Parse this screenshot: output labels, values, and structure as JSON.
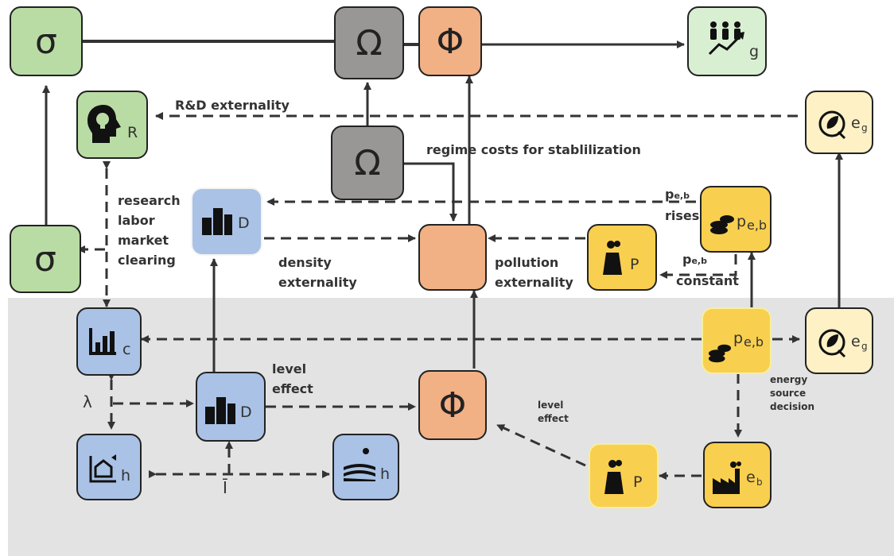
{
  "symbols": {
    "sigma": "σ",
    "omega": "Ω",
    "phi": "Φ",
    "lambda": "λ",
    "land": "Ī"
  },
  "node_subscripts": {
    "g": "g",
    "R": "R",
    "D": "D",
    "c": "c",
    "h": "h",
    "P": "P",
    "eg": "e",
    "eg_sub": "g",
    "eb": "e",
    "eb_sub": "b",
    "peb": "p",
    "peb_sub": "e,b"
  },
  "labels": {
    "rd_externality": "R&D externality",
    "regime_costs": "regime costs for stablilization",
    "research_labor": [
      "research",
      "labor",
      "market",
      "clearing"
    ],
    "density_externality": [
      "density",
      "externality"
    ],
    "pollution_externality": [
      "pollution",
      "externality"
    ],
    "peb_rises_p": "p",
    "peb_rises_sub": "e,b",
    "peb_rises_word": "rises",
    "peb_constant_p": "p",
    "peb_constant_sub": "e,b",
    "peb_constant_word": "constant",
    "level_effect_1": [
      "level",
      "effect"
    ],
    "level_effect_2": [
      "level",
      "effect"
    ],
    "energy_source_decision": [
      "energy",
      "source",
      "decision"
    ]
  },
  "colors": {
    "green": "#b9dca4",
    "gray": "#999696",
    "salmon": "#f2b085",
    "blue": "#a9c2e6",
    "yellow": "#f9cf4f",
    "cream": "#fdf1c5",
    "background_lower": "#e3e3e3"
  },
  "icons": [
    "team-growth-icon",
    "idea-head-icon",
    "buildings-icon",
    "bar-chart-icon",
    "house-chart-icon",
    "farmland-icon",
    "power-plant-icon",
    "factory-icon",
    "coins-icon",
    "green-plug-icon"
  ]
}
